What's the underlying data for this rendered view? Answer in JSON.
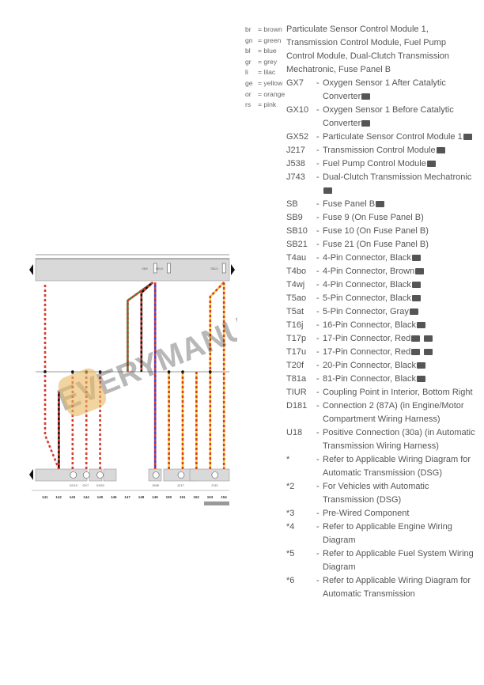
{
  "legend": [
    {
      "abbr": "br",
      "color": "brown"
    },
    {
      "abbr": "gn",
      "color": "green"
    },
    {
      "abbr": "bl",
      "color": "blue"
    },
    {
      "abbr": "gr",
      "color": "grey"
    },
    {
      "abbr": "li",
      "color": "lilac"
    },
    {
      "abbr": "ge",
      "color": "yellow"
    },
    {
      "abbr": "or",
      "color": "orange"
    },
    {
      "abbr": "rs",
      "color": "pink"
    }
  ],
  "intro": "Particulate Sensor Control Module 1, Transmission Control Module, Fuel Pump Control Module, Dual-Clutch Transmission Mechatronic, Fuse Panel B",
  "items": [
    {
      "code": "GX7",
      "desc": "Oxygen Sensor 1 After Catalytic Converter",
      "icons": 1
    },
    {
      "code": "GX10",
      "desc": "Oxygen Sensor 1 Before Catalytic Converter",
      "icons": 1
    },
    {
      "code": "GX52",
      "desc": "Particulate Sensor Control Module 1",
      "icons": 1
    },
    {
      "code": "J217",
      "desc": "Transmission Control Module",
      "icons": 1
    },
    {
      "code": "J538",
      "desc": "Fuel Pump Control Module",
      "icons": 1
    },
    {
      "code": "J743",
      "desc": "Dual-Clutch Transmission Mechatronic",
      "icons": 1
    },
    {
      "code": "SB",
      "desc": "Fuse Panel B",
      "icons": 1
    },
    {
      "code": "SB9",
      "desc": "Fuse 9 (On Fuse Panel B)",
      "icons": 0
    },
    {
      "code": "SB10",
      "desc": "Fuse 10 (On Fuse Panel B)",
      "icons": 0
    },
    {
      "code": "SB21",
      "desc": "Fuse 21 (On Fuse Panel B)",
      "icons": 0
    },
    {
      "code": "T4au",
      "desc": "4-Pin Connector, Black",
      "icons": 1
    },
    {
      "code": "T4bo",
      "desc": "4-Pin Connector, Brown",
      "icons": 1
    },
    {
      "code": "T4wj",
      "desc": "4-Pin Connector, Black",
      "icons": 1
    },
    {
      "code": "T5ao",
      "desc": "5-Pin Connector, Black",
      "icons": 1
    },
    {
      "code": "T5at",
      "desc": "5-Pin Connector, Gray",
      "icons": 1
    },
    {
      "code": "T16j",
      "desc": "16-Pin Connector, Black",
      "icons": 1
    },
    {
      "code": "T17p",
      "desc": "17-Pin Connector, Red",
      "icons": 2
    },
    {
      "code": "T17u",
      "desc": "17-Pin Connector, Red",
      "icons": 2
    },
    {
      "code": "T20f",
      "desc": "20-Pin Connector, Black",
      "icons": 1
    },
    {
      "code": "T81a",
      "desc": "81-Pin Connector, Black",
      "icons": 1
    },
    {
      "code": "TIUR",
      "desc": "Coupling Point in Interior, Bottom Right",
      "icons": 0
    },
    {
      "code": "D181",
      "desc": "Connection 2 (87A) (in Engine/Motor Compartment Wiring Harness)",
      "icons": 0
    },
    {
      "code": "U18",
      "desc": "Positive Connection (30a) (in Automatic Transmission Wiring Harness)",
      "icons": 0
    },
    {
      "code": "*",
      "desc": "Refer to Applicable Wiring Diagram for Automatic Transmission (DSG)",
      "icons": 0
    },
    {
      "code": "*2",
      "desc": "For Vehicles with Automatic Transmission (DSG)",
      "icons": 0
    },
    {
      "code": "*3",
      "desc": "Pre-Wired Component",
      "icons": 0
    },
    {
      "code": "*4",
      "desc": "Refer to Applicable Engine Wiring Diagram",
      "icons": 0
    },
    {
      "code": "*5",
      "desc": "Refer to Applicable Fuel System Wiring Diagram",
      "icons": 0
    },
    {
      "code": "*6",
      "desc": "Refer to Applicable Wiring Diagram for Automatic Transmission",
      "icons": 0
    }
  ],
  "diagram": {
    "columns": [
      "141",
      "142",
      "143",
      "144",
      "145",
      "146",
      "147",
      "148",
      "149",
      "150",
      "151",
      "152",
      "153",
      "154"
    ],
    "fuses": [
      "SB9",
      "SB10",
      "SB21"
    ],
    "components": [
      "GX10",
      "GX7",
      "GX52",
      "J538",
      "J217",
      "J743"
    ],
    "wire_colors": {
      "red": "#d8392b",
      "white": "#f4f4f4",
      "black": "#111111",
      "green": "#3f8a3a",
      "blue": "#3b3fd0",
      "yellow": "#f2d13a"
    }
  },
  "watermark": "EVERYMANUALS.COM"
}
